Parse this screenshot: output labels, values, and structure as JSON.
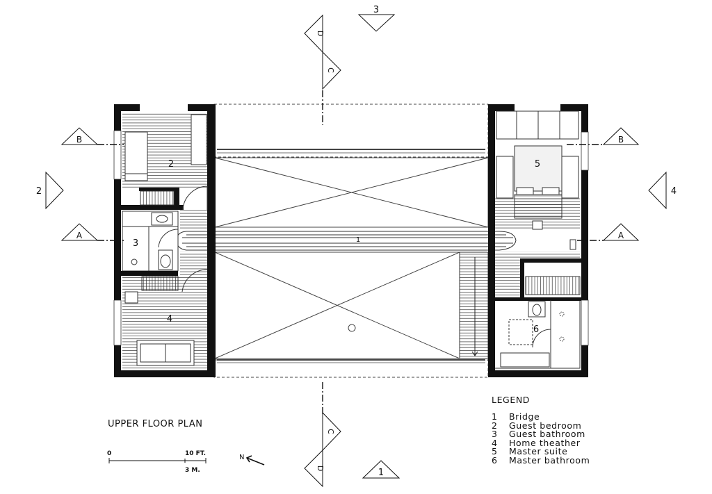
{
  "plan_title": "UPPER FLOOR PLAN",
  "legend": {
    "title": "LEGEND",
    "items": [
      {
        "num": "1",
        "label": "Bridge"
      },
      {
        "num": "2",
        "label": "Guest bedroom"
      },
      {
        "num": "3",
        "label": "Guest bathroom"
      },
      {
        "num": "4",
        "label": "Home theather"
      },
      {
        "num": "5",
        "label": "Master suite"
      },
      {
        "num": "6",
        "label": "Master bathroom"
      }
    ]
  },
  "scale": {
    "start": "0",
    "end": "10 FT.",
    "metric": "3 M."
  },
  "north": "N",
  "room_labels": {
    "r1": "1",
    "r2": "2",
    "r3": "3",
    "r4": "4",
    "r5": "5",
    "r6": "6"
  },
  "section_markers": {
    "A": "A",
    "B": "B",
    "C": "C",
    "D": "D"
  },
  "elevation_markers": {
    "e1": "1",
    "e2": "2",
    "e3": "3",
    "e4": "4"
  }
}
